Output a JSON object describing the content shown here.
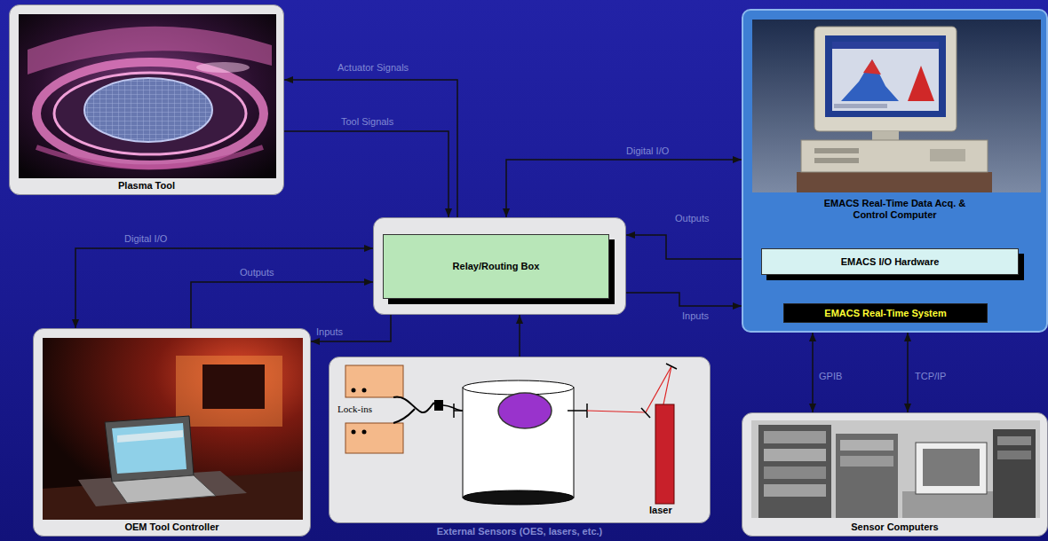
{
  "diagram": {
    "nodes": [
      {
        "text": [
          "Plasma Tool"
        ]
      },
      {
        "text": [
          "EMACS Real-Time Data Acq. & Control Computer"
        ]
      },
      {
        "text": [
          "EMACS I/O Hardware"
        ],
        "in": 1
      },
      {
        "text": [
          "EMACS Real-Time System"
        ],
        "in": 1
      },
      {
        "text": [
          "Relay/Routing Box"
        ]
      },
      {
        "text": [
          "OEM Tool Controller"
        ]
      },
      {
        "text": [
          "External Sensors (OES, lasers, etc.)"
        ]
      },
      {
        "text": [
          "Sensor Computers"
        ]
      }
    ],
    "edges": [
      {
        "from": 4,
        "to": 0,
        "label": "Actuator Signals",
        "arrow": "to"
      },
      {
        "from": 0,
        "to": 4,
        "label": "Tool Signals",
        "arrow": "to"
      },
      {
        "from": 4,
        "to": 1,
        "label": "Digital I/O",
        "arrow": "both"
      },
      {
        "from": 1,
        "to": 4,
        "label": "Outputs",
        "arrow": "to"
      },
      {
        "from": 4,
        "to": 1,
        "label": "Inputs",
        "arrow": "to"
      },
      {
        "from": 4,
        "to": 5,
        "label": "Digital I/O",
        "arrow": "both"
      },
      {
        "from": 5,
        "to": 4,
        "label": "Outputs",
        "arrow": "to"
      },
      {
        "from": 4,
        "to": 5,
        "label": "Inputs",
        "arrow": "to"
      },
      {
        "from": 6,
        "to": 4,
        "arrow": "to"
      },
      {
        "from": 7,
        "to": 1,
        "label": "GPIB",
        "arrow": "both"
      },
      {
        "from": 7,
        "to": 1,
        "label": "TCP/IP",
        "arrow": "both"
      }
    ],
    "labels": [
      "Lock-ins",
      "laser"
    ]
  }
}
